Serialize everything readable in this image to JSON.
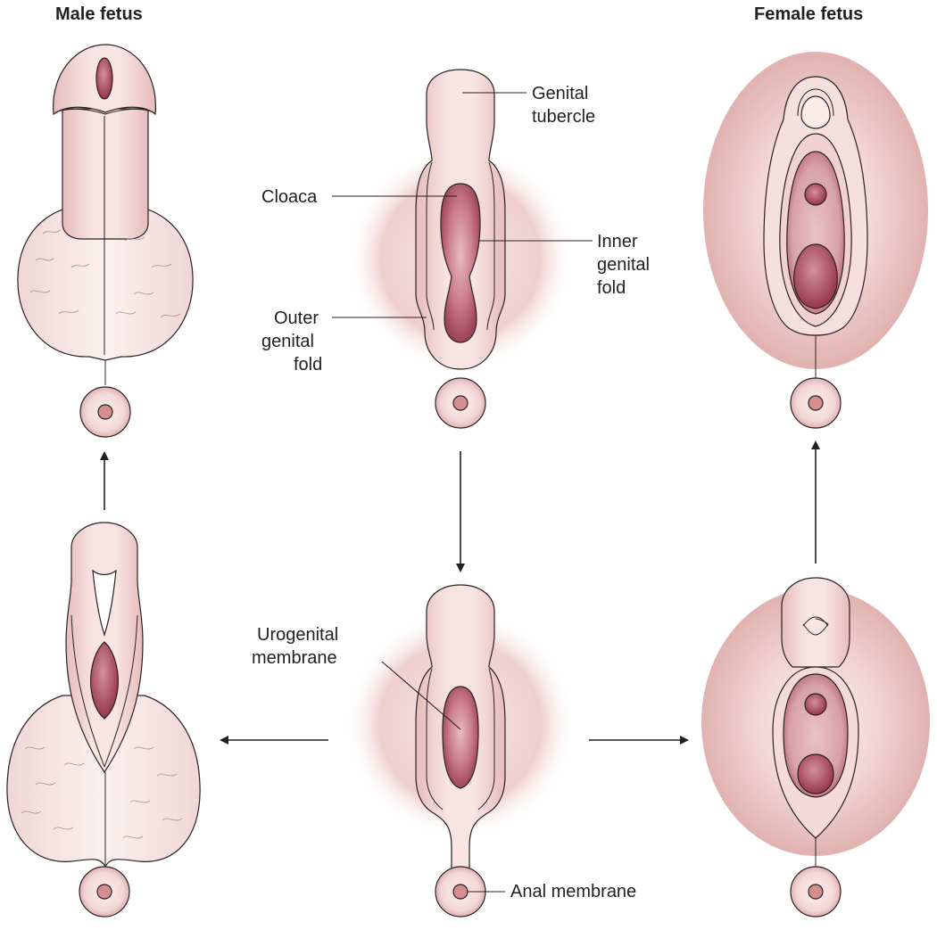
{
  "headers": {
    "male": "Male fetus",
    "female": "Female fetus"
  },
  "labels": {
    "genital_tubercle": [
      "Genital",
      "tubercle"
    ],
    "cloaca": "Cloaca",
    "inner_genital_fold": [
      "Inner",
      "genital",
      "fold"
    ],
    "outer_genital_fold": [
      "Outer",
      "genital",
      "fold"
    ],
    "urogenital_membrane": [
      "Urogenital",
      "membrane"
    ],
    "anal_membrane": "Anal membrane"
  },
  "colors": {
    "skin_light": "#fbeeee",
    "skin_mid": "#f1d6d5",
    "skin_dark": "#deaeae",
    "opening_light": "#e6b9bf",
    "opening_dark": "#a4495d",
    "line": "#2b2122"
  }
}
